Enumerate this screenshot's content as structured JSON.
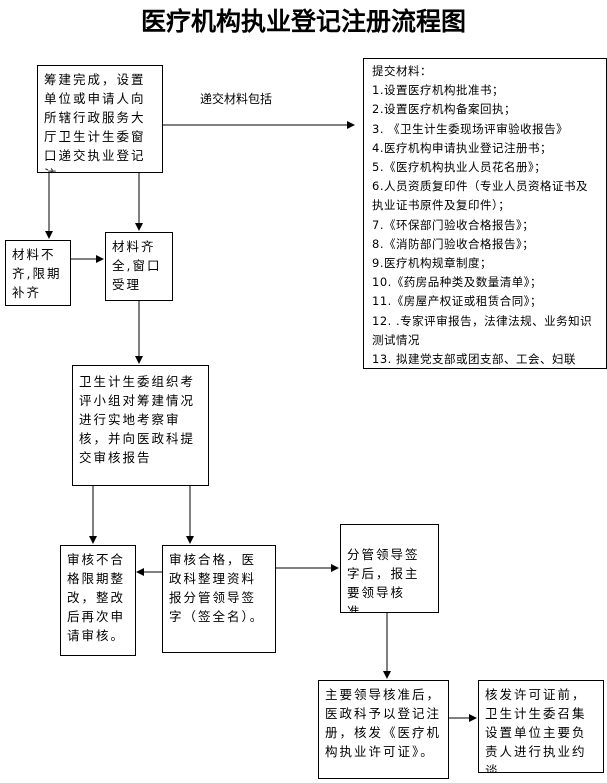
{
  "title": "医疗机构执业登记注册流程图",
  "edge_label": "递交材料包括",
  "boxes": {
    "submit": "筹建完成，设置单位或申请人向所辖行政服务大厅卫生计生委窗口递交执业登记注",
    "incomplete": "材料不齐,限期补齐",
    "complete": "材料齐全,窗口受理",
    "inspect": "卫生计生委组织考评小组对筹建情况进行实地考察审核，并向医政科提交审核报告",
    "fail": "审核不合格限期整改，整改后再次申请审核。",
    "pass": "审核合格，医政科整理资料报分管领导签字（签全名）。",
    "deputy": "分管领导签字后，报主要领导核准。",
    "chief": "主要领导核准后，医政科予以登记注册，核发《医疗机构执业许可证》。",
    "issue": "核发许可证前，卫生计生委召集设置单位主要负责人进行执业约谈"
  },
  "materials": {
    "heading": "提交材料：",
    "items": [
      "1.设置医疗机构批准书；",
      "2.设置医疗机构备案回执；",
      "3. 《卫生计生委现场评审验收报告》",
      "4.医疗机构申请执业登记注册书；",
      "5.《医疗机构执业人员花名册》；",
      "6.人员资质复印件（专业人员资格证书及执业证书原件及复印件）；",
      "7.《环保部门验收合格报告》；",
      "8.《消防部门验收合格报告》；",
      "9.医疗机构规章制度；",
      "10.《药房品种类及数量清单》；",
      "11.《房屋产权证或租赁合同》；",
      "12. .专家评审报告，法律法规、业务知识测试情况",
      "13. 拟建党支部或团支部、工会、妇联"
    ]
  }
}
